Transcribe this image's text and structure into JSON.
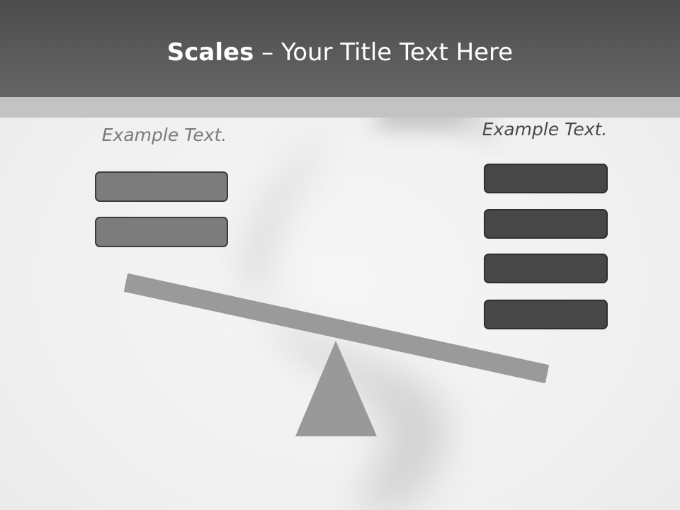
{
  "slide": {
    "title_bold": "Scales",
    "title_rest": " – Your Title Text Here",
    "left_caption": "Example Text.",
    "right_caption": "Example Text.",
    "left_weights_count": 2,
    "right_weights_count": 4
  },
  "colors": {
    "header": "#4c4c4c",
    "accent_band": "#c3c3c3",
    "left_weight_fill": "#7c7c7c",
    "right_weight_fill": "#474747",
    "beam": "#9a9a9a",
    "fulcrum": "#999999",
    "title_text": "#ffffff"
  }
}
